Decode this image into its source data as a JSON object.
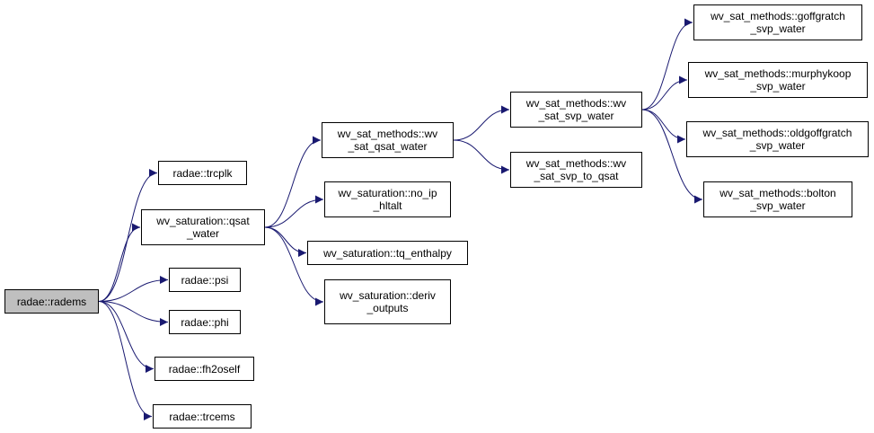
{
  "graph": {
    "nodes": [
      {
        "id": "rad",
        "lines": [
          "radae::radems"
        ],
        "root": true
      },
      {
        "id": "trc",
        "lines": [
          "radae::trcplk"
        ]
      },
      {
        "id": "qs",
        "lines": [
          "wv_saturation::qsat",
          "_water"
        ]
      },
      {
        "id": "psi",
        "lines": [
          "radae::psi"
        ]
      },
      {
        "id": "phi",
        "lines": [
          "radae::phi"
        ]
      },
      {
        "id": "fh",
        "lines": [
          "radae::fh2oself"
        ]
      },
      {
        "id": "tce",
        "lines": [
          "radae::trcems"
        ]
      },
      {
        "id": "wqw",
        "lines": [
          "wv_sat_methods::wv",
          "_sat_qsat_water"
        ]
      },
      {
        "id": "nip",
        "lines": [
          "wv_saturation::no_ip",
          "_hltalt"
        ]
      },
      {
        "id": "tqe",
        "lines": [
          "wv_saturation::tq_enthalpy"
        ]
      },
      {
        "id": "der",
        "lines": [
          "wv_saturation::deriv",
          "_outputs"
        ]
      },
      {
        "id": "svw",
        "lines": [
          "wv_sat_methods::wv",
          "_sat_svp_water"
        ]
      },
      {
        "id": "stq",
        "lines": [
          "wv_sat_methods::wv",
          "_sat_svp_to_qsat"
        ]
      },
      {
        "id": "gof",
        "lines": [
          "wv_sat_methods::goffgratch",
          "_svp_water"
        ]
      },
      {
        "id": "mur",
        "lines": [
          "wv_sat_methods::murphykoop",
          "_svp_water"
        ]
      },
      {
        "id": "old",
        "lines": [
          "wv_sat_methods::oldgoffgratch",
          "_svp_water"
        ]
      },
      {
        "id": "bol",
        "lines": [
          "wv_sat_methods::bolton",
          "_svp_water"
        ]
      }
    ],
    "edges": [
      [
        "rad",
        "trc"
      ],
      [
        "rad",
        "qs"
      ],
      [
        "rad",
        "psi"
      ],
      [
        "rad",
        "phi"
      ],
      [
        "rad",
        "fh"
      ],
      [
        "rad",
        "tce"
      ],
      [
        "qs",
        "wqw"
      ],
      [
        "qs",
        "nip"
      ],
      [
        "qs",
        "tqe"
      ],
      [
        "qs",
        "der"
      ],
      [
        "wqw",
        "svw"
      ],
      [
        "wqw",
        "stq"
      ],
      [
        "svw",
        "gof"
      ],
      [
        "svw",
        "mur"
      ],
      [
        "svw",
        "old"
      ],
      [
        "svw",
        "bol"
      ]
    ],
    "colors": {
      "edge": "#191970",
      "root_fill": "#bfbfbf",
      "node_fill": "#ffffff",
      "border": "#000000"
    }
  }
}
